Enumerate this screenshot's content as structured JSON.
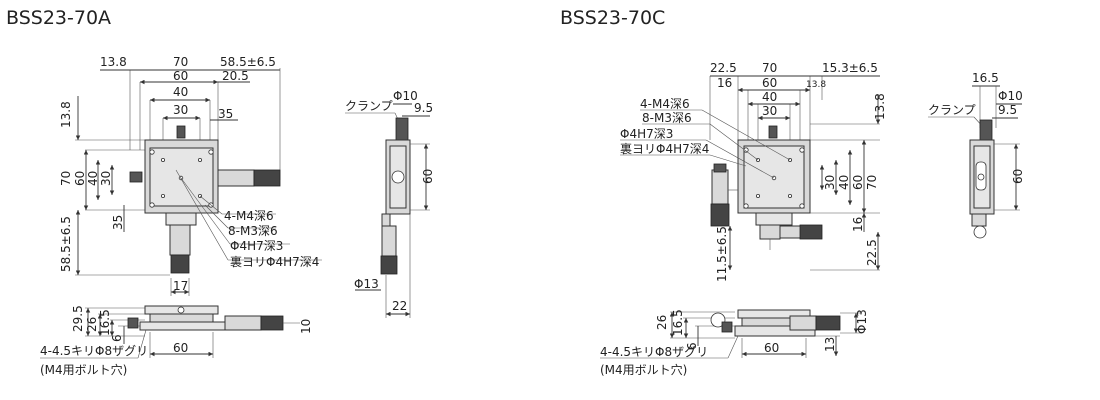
{
  "titles": {
    "left": "BSS23-70A",
    "right": "BSS23-70C"
  },
  "left_model": {
    "top_view": {
      "top_dims": [
        "13.8",
        "70",
        "60",
        "40",
        "30",
        "58.5±6.5",
        "20.5",
        "35"
      ],
      "left_dims": [
        "13.8",
        "70",
        "60",
        "40",
        "30",
        "35",
        "58.5±6.5"
      ],
      "bottom_dim": "17"
    },
    "callouts": [
      "4-M4深6",
      "8-M3深6",
      "Φ4H7深3",
      "裏ヨリΦ4H7深4"
    ],
    "side_view": {
      "label": "クランプ",
      "dims": [
        "Φ10",
        "9.5",
        "60",
        "Φ13",
        "22"
      ]
    },
    "front_view": {
      "dims": [
        "29.5",
        "26",
        "16.5",
        "6",
        "10",
        "60"
      ],
      "hole_note": "4-4.5キリΦ8ザグリ",
      "hole_note_sub": "(M4用ボルト穴)"
    }
  },
  "right_model": {
    "top_view": {
      "top_dims": [
        "22.5",
        "70",
        "15.3±6.5",
        "16",
        "60",
        "40",
        "30",
        "13.8"
      ],
      "right_dims": [
        "13.8",
        "30",
        "40",
        "60",
        "70",
        "16",
        "22.5"
      ],
      "left_dims": [
        "11.5±6.5"
      ]
    },
    "callouts": [
      "4-M4深6",
      "8-M3深6",
      "Φ4H7深3",
      "裏ヨリΦ4H7深4"
    ],
    "side_view": {
      "label": "クランプ",
      "dims": [
        "16.5",
        "Φ10",
        "9.5",
        "60"
      ]
    },
    "front_view": {
      "dims": [
        "26",
        "16.5",
        "6",
        "Φ13",
        "13",
        "60"
      ],
      "hole_note": "4-4.5キリΦ8ザグリ",
      "hole_note_sub": "(M4用ボルト穴)"
    }
  }
}
